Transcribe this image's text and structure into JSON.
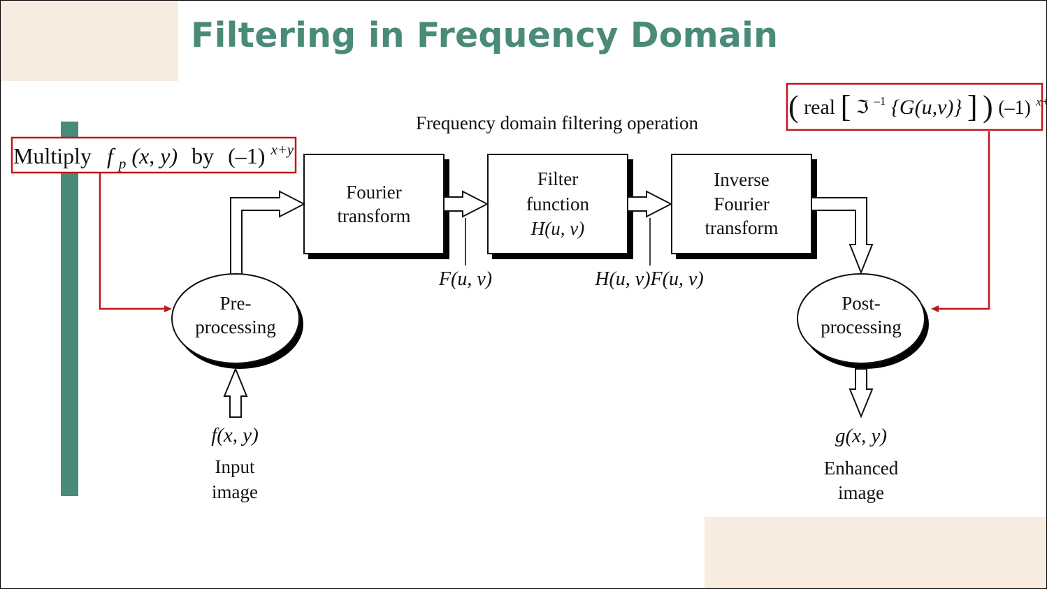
{
  "slide": {
    "title": "Filtering in Frequency Domain"
  },
  "diagram": {
    "top_caption": "Frequency domain filtering operation",
    "blocks": [
      {
        "id": "fourier",
        "lines": [
          "Fourier",
          "transform"
        ]
      },
      {
        "id": "filter",
        "lines": [
          "Filter",
          "function",
          "H(u, v)"
        ]
      },
      {
        "id": "inverse",
        "lines": [
          "Inverse",
          "Fourier",
          "transform"
        ]
      }
    ],
    "ellipses": [
      {
        "id": "pre",
        "lines": [
          "Pre-",
          "processing"
        ]
      },
      {
        "id": "post",
        "lines": [
          "Post-",
          "processing"
        ]
      }
    ],
    "signal_labels": {
      "F": "F(u, v)",
      "HF": "H(u, v)F(u, v)"
    },
    "input": {
      "symbol": "f(x, y)",
      "lines": [
        "Input",
        "image"
      ]
    },
    "output": {
      "symbol": "g(x, y)",
      "lines": [
        "Enhanced",
        "image"
      ]
    }
  },
  "callouts": {
    "left": {
      "text": "Multiply",
      "fp": "f",
      "fp_sub": "p",
      "args": "(x, y)",
      "by": "by",
      "factor": "(–1)",
      "exponent": "x+y"
    },
    "right": {
      "open": "(",
      "real": "real",
      "lbracket": "[",
      "op": "ℑ",
      "op_sup": "–1",
      "inner": "{G(u,v)}",
      "rbracket": "]",
      "close": ")",
      "factor": "(–1)",
      "exponent": "x+y"
    }
  },
  "colors": {
    "accent": "#4a8a78",
    "highlight": "#c1161c",
    "decor": "#f8ebe0"
  }
}
